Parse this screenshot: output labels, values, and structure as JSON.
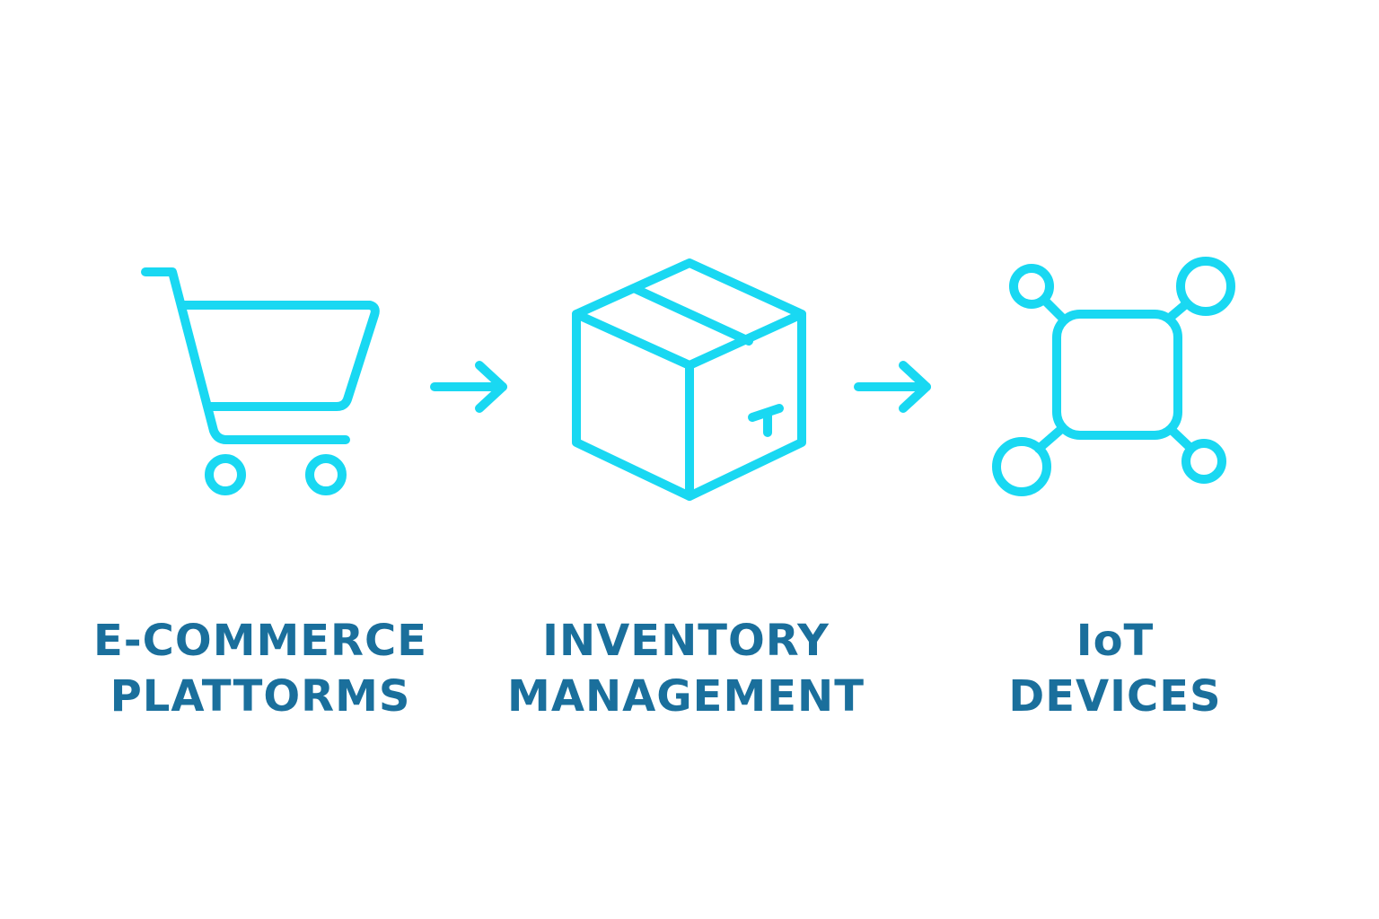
{
  "colors": {
    "icon": "#19d8f2",
    "label": "#1a6f9c",
    "background": "#ffffff"
  },
  "steps": [
    {
      "icon": "shopping-cart-icon",
      "label_line1": "E-COMMERCE",
      "label_line2": "PLATTORMS"
    },
    {
      "icon": "package-box-icon",
      "label_line1": "INVENTORY",
      "label_line2": "MANAGEMENT"
    },
    {
      "icon": "iot-network-icon",
      "label_line1": "IoT",
      "label_line2": "DEVICES"
    }
  ],
  "connectors": [
    {
      "icon": "arrow-right-icon"
    },
    {
      "icon": "arrow-right-icon"
    }
  ]
}
